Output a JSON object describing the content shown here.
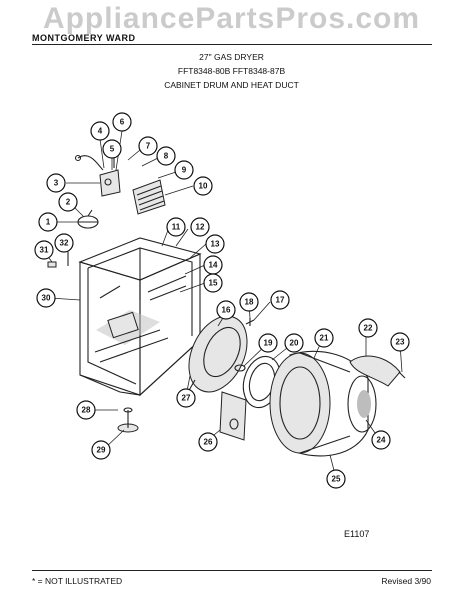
{
  "watermark": "AppliancePartsPros.com",
  "header": {
    "brand": "MONTGOMERY WARD",
    "title": "27\" GAS DRYER",
    "models": "FFT8348-80B  FFT8348-87B",
    "section": "CABINET DRUM AND HEAT DUCT"
  },
  "diagram_code": "E1107",
  "footer": {
    "note": "* = NOT ILLUSTRATED",
    "revision": "Revised 3/90"
  },
  "callouts": [
    "1",
    "2",
    "3",
    "4",
    "5",
    "6",
    "7",
    "8",
    "9",
    "10",
    "11",
    "12",
    "13",
    "14",
    "15",
    "16",
    "17",
    "18",
    "19",
    "20",
    "21",
    "22",
    "23",
    "24",
    "25",
    "26",
    "27",
    "28",
    "29",
    "30",
    "31",
    "32"
  ]
}
